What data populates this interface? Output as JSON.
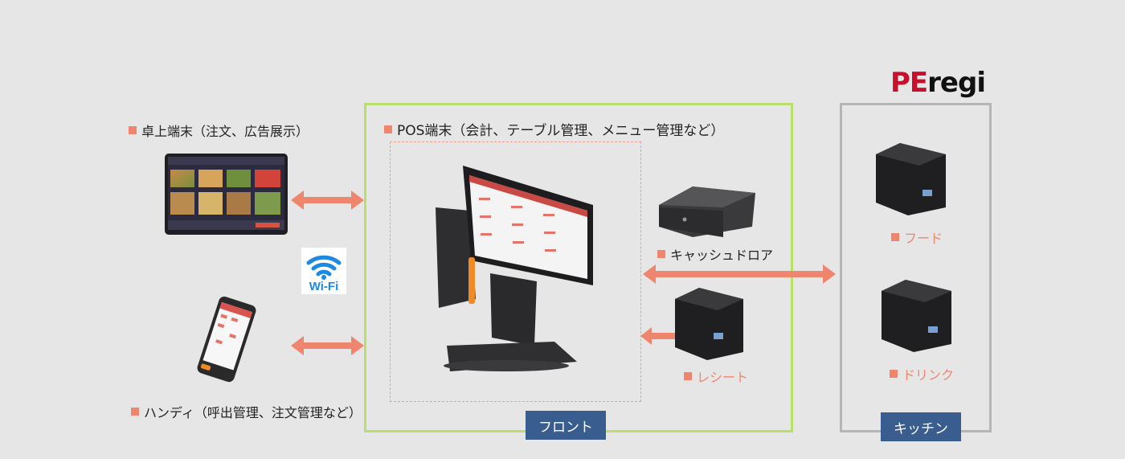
{
  "logo": {
    "part1": "PE",
    "part2": "regi"
  },
  "labels": {
    "tablet": "卓上端末（注文、広告展示）",
    "pos": "POS端末（会計、テーブル管理、メニュー管理など）",
    "handy": "ハンディ（呼出管理、注文管理など）",
    "cash_drawer": "キャッシュドロア",
    "receipt": "レシート",
    "food": "フード",
    "drink": "ドリンク"
  },
  "wifi": {
    "text": "Wi-Fi"
  },
  "groups": {
    "front": "フロント",
    "kitchen": "キッチン"
  },
  "colors": {
    "accent": "#f0856e",
    "front_border": "#b9e06b",
    "kitchen_border": "#b5b5b5",
    "group_label_bg": "#3a5d8f",
    "logo_red": "#c8102e"
  }
}
